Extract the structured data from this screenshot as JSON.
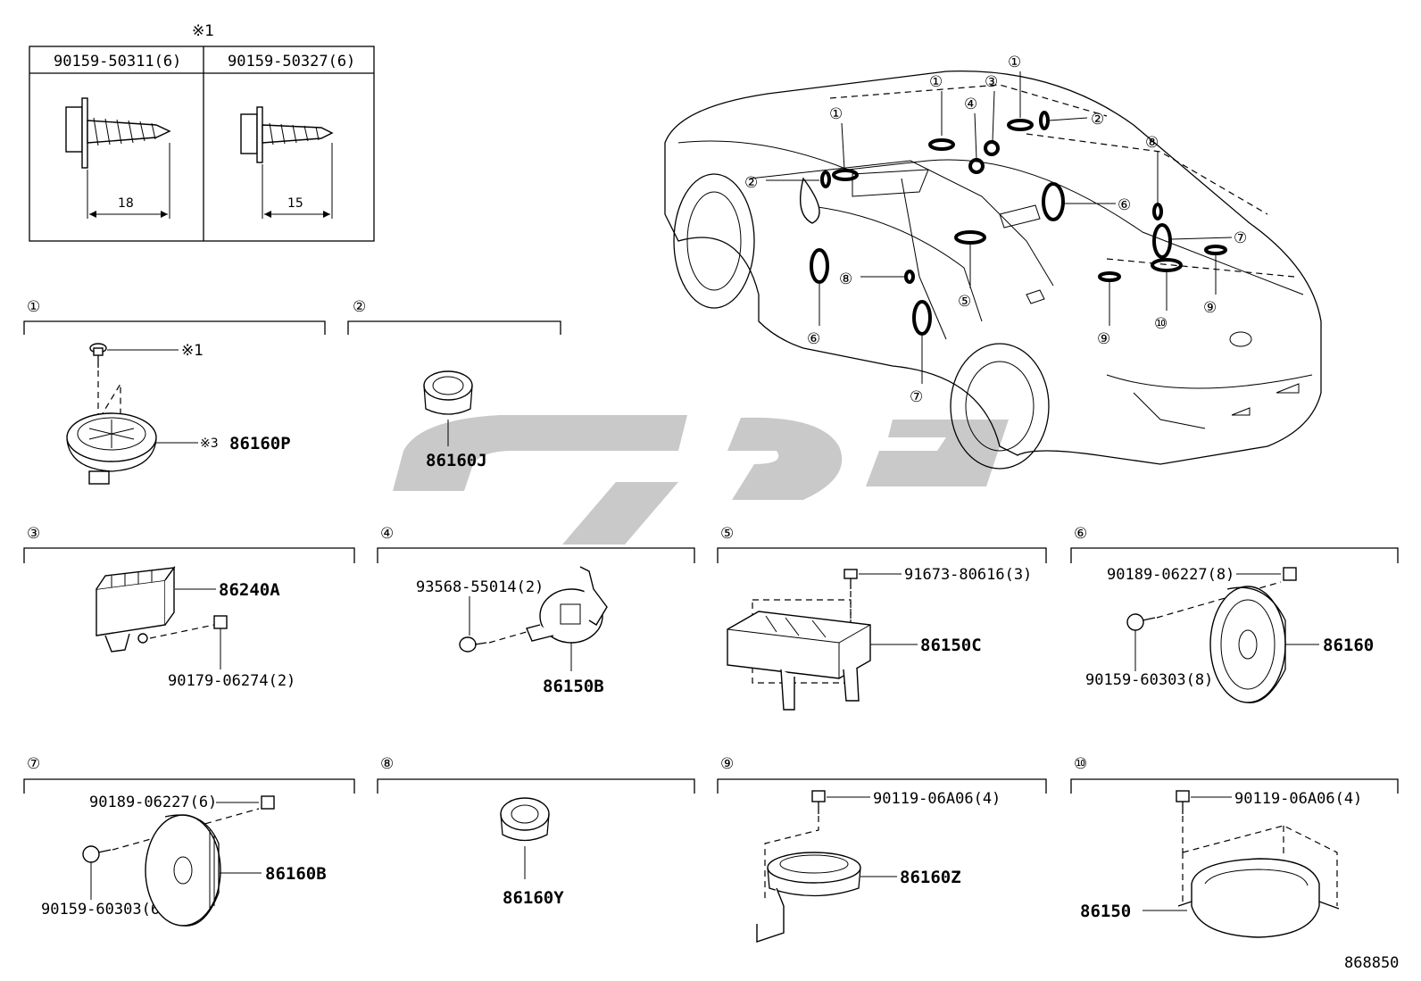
{
  "note_marker": "※1",
  "note_marker_3": "※3",
  "screw_table": {
    "col1_header": "90159-50311(6)",
    "col2_header": "90159-50327(6)",
    "col1_length": "18",
    "col2_length": "15"
  },
  "callout_numbers": [
    "①",
    "②",
    "③",
    "④",
    "⑤",
    "⑥",
    "⑦",
    "⑧",
    "⑨",
    "⑩"
  ],
  "sections": {
    "s1": {
      "num": "①",
      "part": "86160P"
    },
    "s2": {
      "num": "②",
      "part": "86160J"
    },
    "s3": {
      "num": "③",
      "part": "86240A",
      "fastener": "90179-06274(2)"
    },
    "s4": {
      "num": "④",
      "part": "86150B",
      "fastener": "93568-55014(2)"
    },
    "s5": {
      "num": "⑤",
      "part": "86150C",
      "fastener": "91673-80616(3)"
    },
    "s6": {
      "num": "⑥",
      "part": "86160",
      "fastener_a": "90189-06227(8)",
      "fastener_b": "90159-60303(8)"
    },
    "s7": {
      "num": "⑦",
      "part": "86160B",
      "fastener_a": "90189-06227(6)",
      "fastener_b": "90159-60303(6)"
    },
    "s8": {
      "num": "⑧",
      "part": "86160Y"
    },
    "s9": {
      "num": "⑨",
      "part": "86160Z",
      "fastener": "90119-06A06(4)"
    },
    "s10": {
      "num": "⑩",
      "part": "86150",
      "fastener": "90119-06A06(4)"
    }
  },
  "diagram_id": "868850"
}
